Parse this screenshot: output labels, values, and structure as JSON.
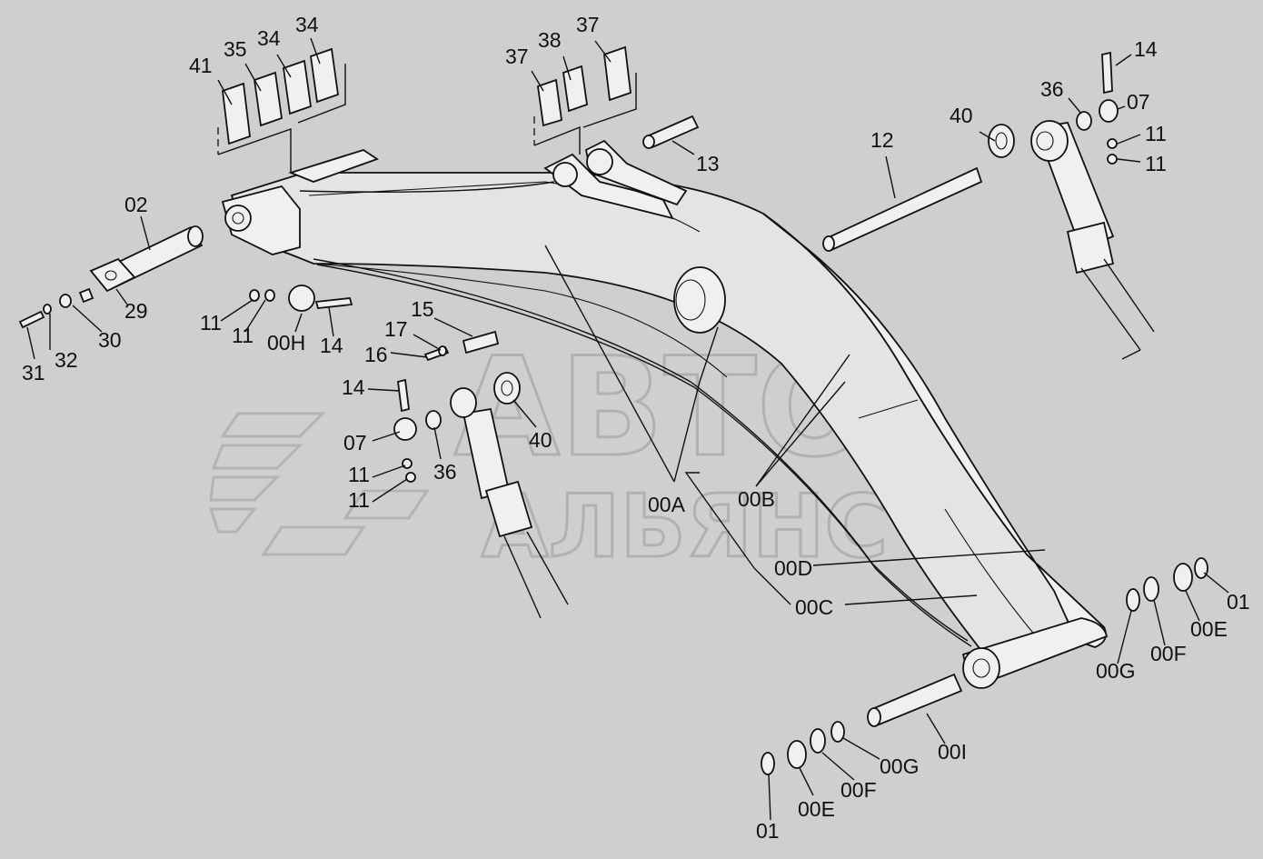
{
  "watermark": {
    "line1": "АВТО",
    "line2": "АЛЬЯНС"
  },
  "callouts": [
    {
      "id": "41",
      "text": "41"
    },
    {
      "id": "35",
      "text": "35"
    },
    {
      "id": "34a",
      "text": "34"
    },
    {
      "id": "34b",
      "text": "34"
    },
    {
      "id": "37a",
      "text": "37"
    },
    {
      "id": "38",
      "text": "38"
    },
    {
      "id": "37b",
      "text": "37"
    },
    {
      "id": "14a",
      "text": "14"
    },
    {
      "id": "36a",
      "text": "36"
    },
    {
      "id": "07a",
      "text": "07"
    },
    {
      "id": "40a",
      "text": "40"
    },
    {
      "id": "12",
      "text": "12"
    },
    {
      "id": "11a",
      "text": "11"
    },
    {
      "id": "11b",
      "text": "11"
    },
    {
      "id": "02",
      "text": "02"
    },
    {
      "id": "13",
      "text": "13"
    },
    {
      "id": "29",
      "text": "29"
    },
    {
      "id": "30",
      "text": "30"
    },
    {
      "id": "31",
      "text": "31"
    },
    {
      "id": "32",
      "text": "32"
    },
    {
      "id": "11c",
      "text": "11"
    },
    {
      "id": "11d",
      "text": "11"
    },
    {
      "id": "00H",
      "text": "00H"
    },
    {
      "id": "14b",
      "text": "14"
    },
    {
      "id": "15",
      "text": "15"
    },
    {
      "id": "17",
      "text": "17"
    },
    {
      "id": "16",
      "text": "16"
    },
    {
      "id": "14c",
      "text": "14"
    },
    {
      "id": "07b",
      "text": "07"
    },
    {
      "id": "36b",
      "text": "36"
    },
    {
      "id": "40b",
      "text": "40"
    },
    {
      "id": "11e",
      "text": "11"
    },
    {
      "id": "11f",
      "text": "11"
    },
    {
      "id": "00A",
      "text": "00A"
    },
    {
      "id": "00B",
      "text": "00B"
    },
    {
      "id": "00D",
      "text": "00D"
    },
    {
      "id": "00C",
      "text": "00C"
    },
    {
      "id": "01a",
      "text": "01"
    },
    {
      "id": "00Ea",
      "text": "00E"
    },
    {
      "id": "00Fa",
      "text": "00F"
    },
    {
      "id": "00Ga",
      "text": "00G"
    },
    {
      "id": "00I",
      "text": "00I"
    },
    {
      "id": "00Gb",
      "text": "00G"
    },
    {
      "id": "00Fb",
      "text": "00F"
    },
    {
      "id": "00Eb",
      "text": "00E"
    },
    {
      "id": "01b",
      "text": "01"
    }
  ]
}
